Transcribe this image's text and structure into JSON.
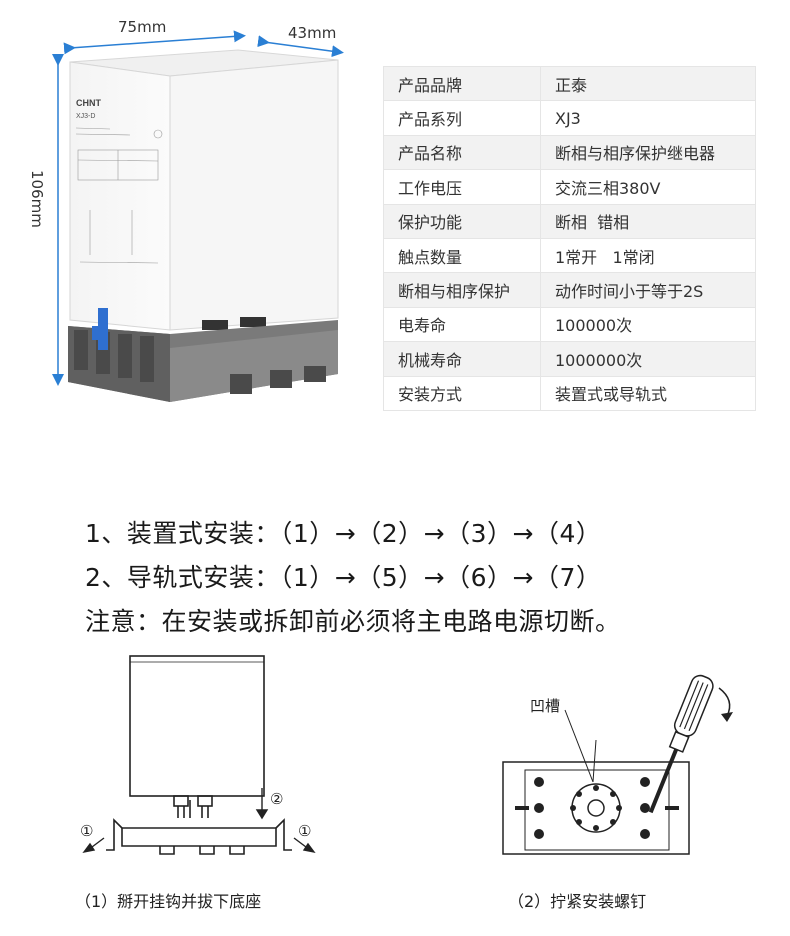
{
  "dimensions": {
    "width": "75mm",
    "depth": "43mm",
    "height": "106mm"
  },
  "product_label": {
    "brand_mark": "CHNT",
    "model": "XJ3-D"
  },
  "spec_table": [
    {
      "key": "产品品牌",
      "value": "正泰"
    },
    {
      "key": "产品系列",
      "value": "XJ3"
    },
    {
      "key": "产品名称",
      "value": "断相与相序保护继电器"
    },
    {
      "key": "工作电压",
      "value": "交流三相380V"
    },
    {
      "key": "保护功能",
      "value": "断相  错相"
    },
    {
      "key": "触点数量",
      "value": "1常开   1常闭"
    },
    {
      "key": "断相与相序保护",
      "value": "动作时间小于等于2S"
    },
    {
      "key": "电寿命",
      "value": "100000次"
    },
    {
      "key": "机械寿命",
      "value": "1000000次"
    },
    {
      "key": "安装方式",
      "value": "装置式或导轨式"
    }
  ],
  "instructions": {
    "line1": "1、装置式安装：（1）→（2）→（3）→（4）",
    "line2": "2、导轨式安装：（1）→（5）→（6）→（7）",
    "note": "注意：在安装或拆卸前必须将主电路电源切断。"
  },
  "diagram1": {
    "marker_1": "①",
    "marker_2": "②",
    "caption": "（1）掰开挂钩并拔下底座"
  },
  "diagram2": {
    "groove_label": "凹槽",
    "caption": "（2）拧紧安装螺钉"
  },
  "colors": {
    "dimension_arrow": "#2a7fd4",
    "table_odd": "#f2f2f2",
    "clip_blue": "#2f6fd0",
    "base_gray": "#6e6e6e"
  }
}
